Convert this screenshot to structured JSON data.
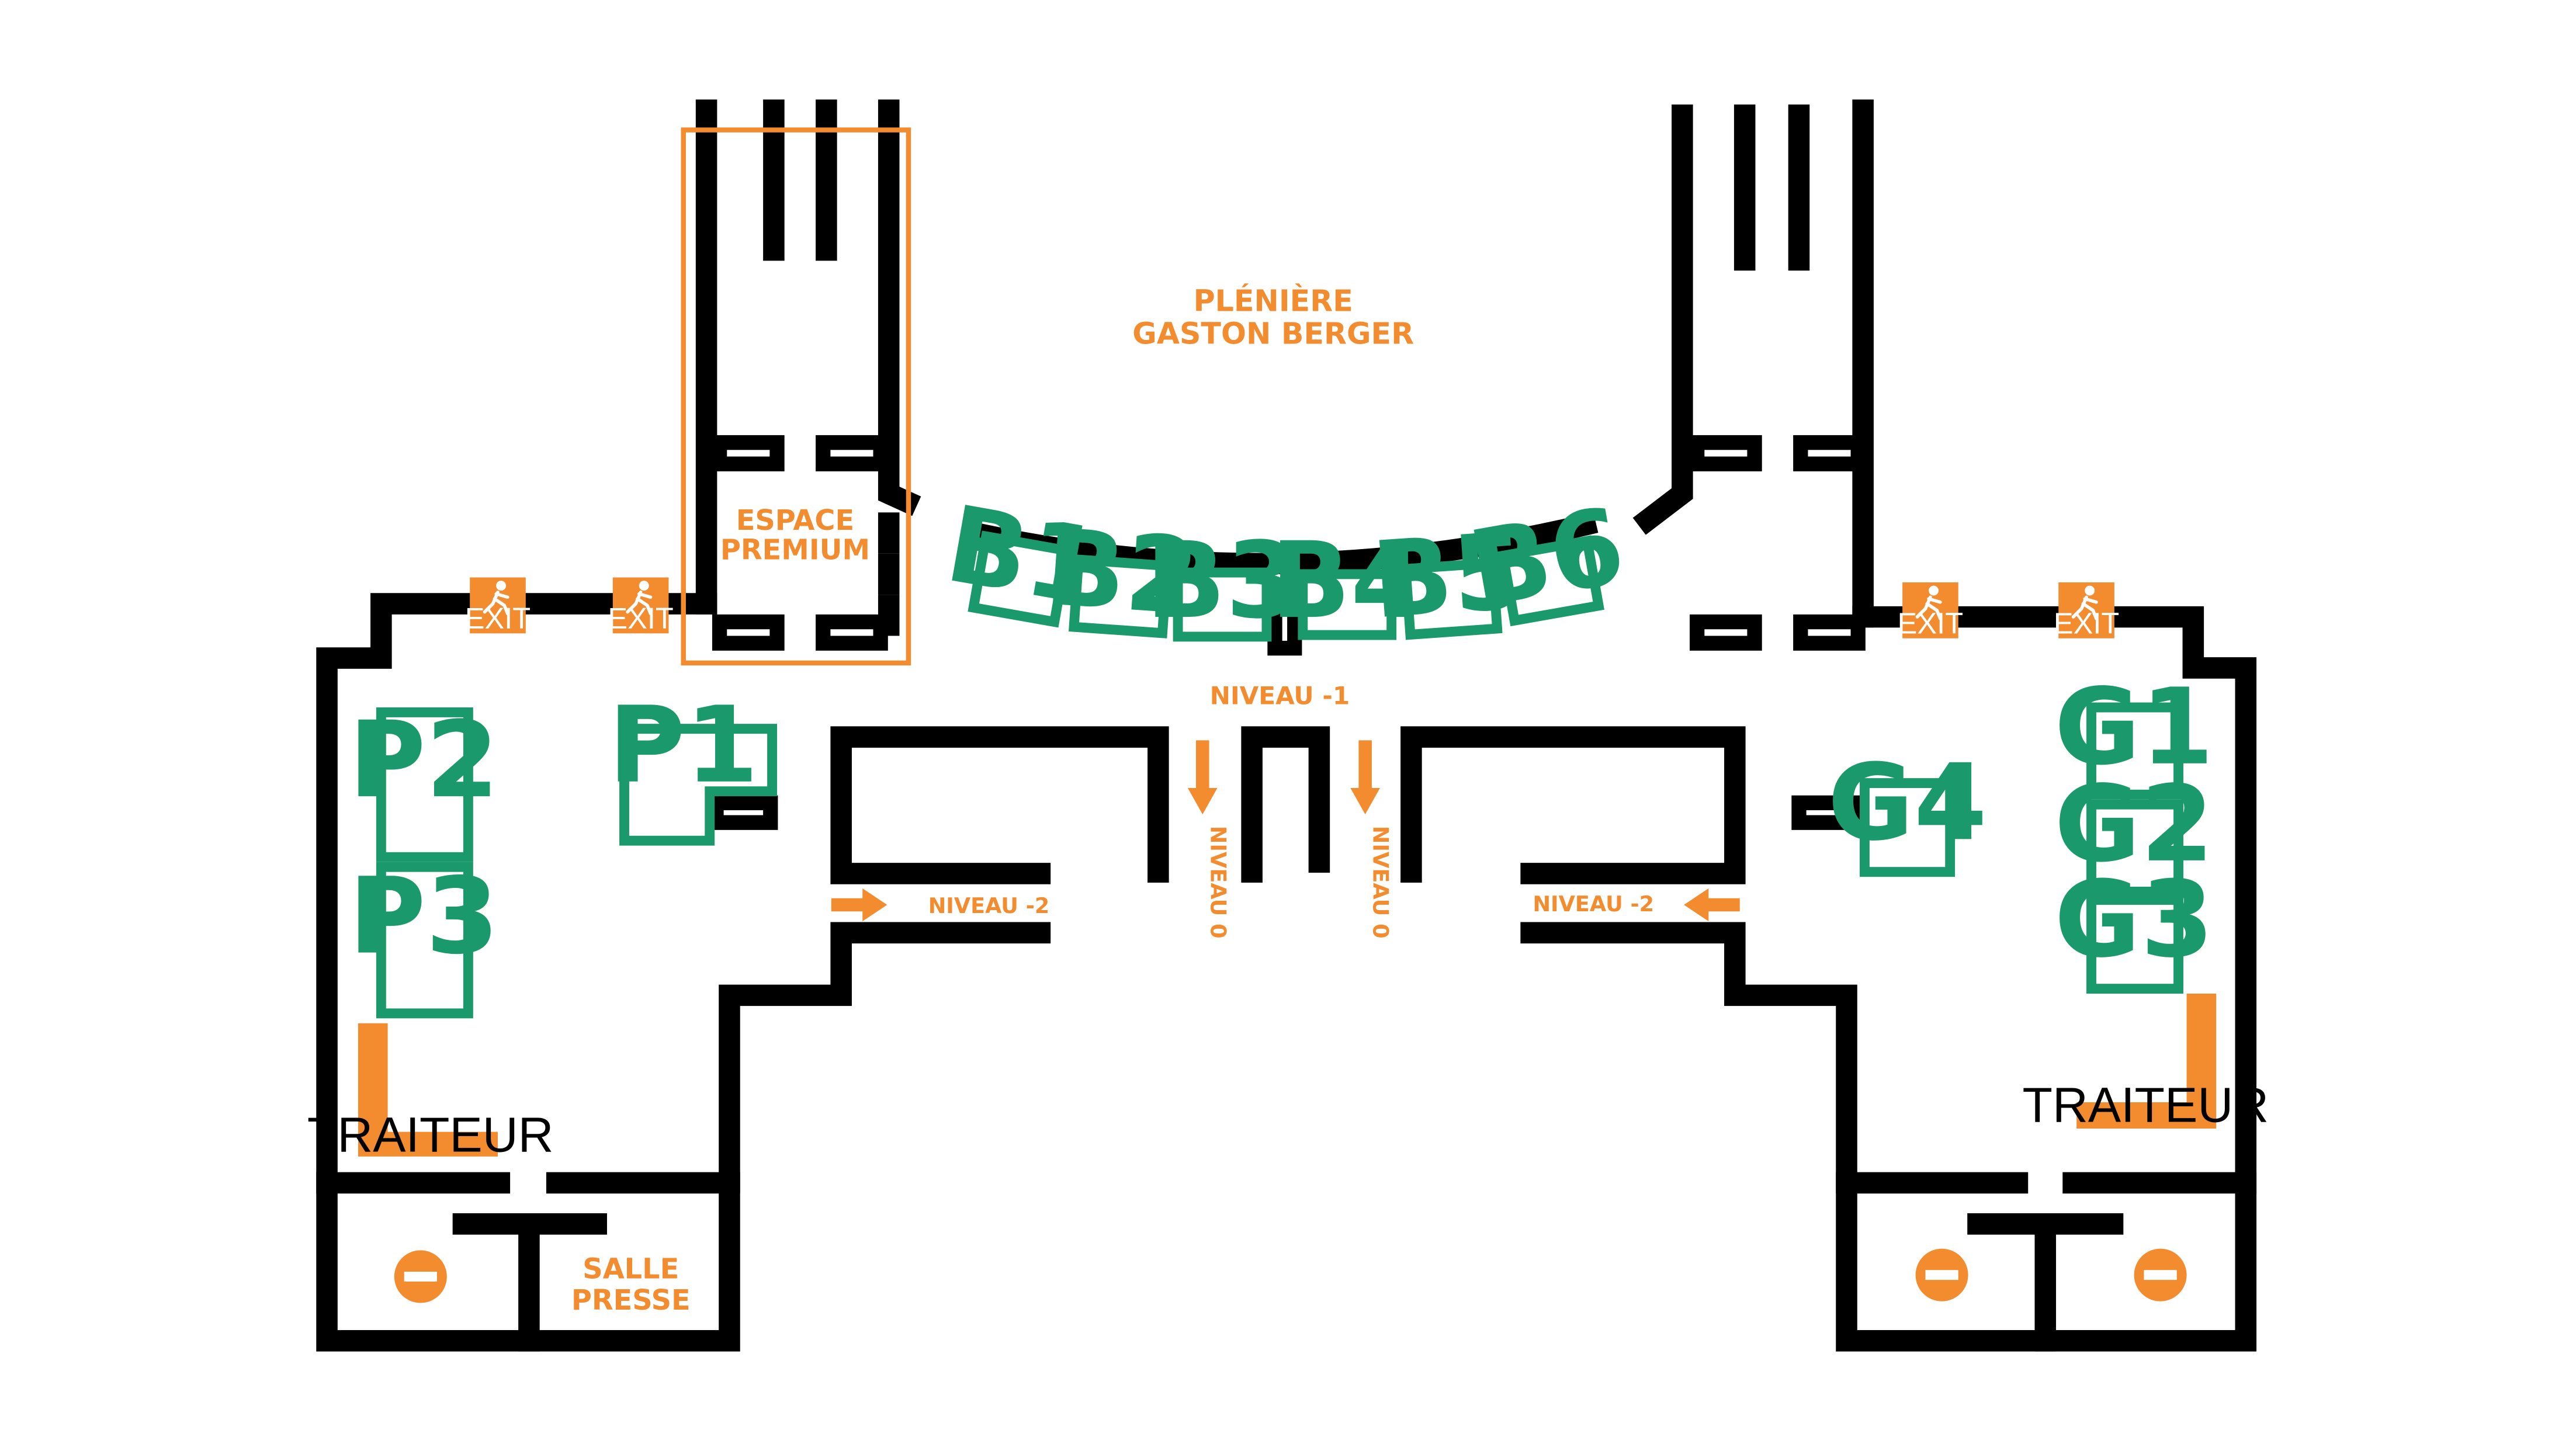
{
  "rooms": {
    "pleniere_line1": "PLÉNIÈRE",
    "pleniere_line2": "GASTON BERGER",
    "espace_premium_line1": "ESPACE",
    "espace_premium_line2": "PREMIUM",
    "salle_presse_line1": "SALLE",
    "salle_presse_line2": "PRESSE",
    "niveau_minus1": "NIVEAU -1"
  },
  "booths": {
    "b1": "B1",
    "b2": "B2",
    "b3": "B3",
    "b4": "B4",
    "b5": "B5",
    "b6": "B6",
    "p1": "P1",
    "p2": "P2",
    "p3": "P3",
    "g1": "G1",
    "g2": "G2",
    "g3": "G3",
    "g4": "G4"
  },
  "directions": {
    "niveau_minus2_left": "NIVEAU -2",
    "niveau_minus2_right": "NIVEAU -2",
    "niveau_0_left": "NIVEAU 0",
    "niveau_0_right": "NIVEAU 0"
  },
  "service": {
    "traiteur_left": "TRAITEUR",
    "traiteur_right": "TRAITEUR",
    "exit_label": "EXIT"
  },
  "icons": [
    "exit-sign-icon",
    "no-entry-icon",
    "direction-arrow-icon"
  ],
  "colors": {
    "accent_orange": "#f28c2e",
    "booth_green": "#1a9a6c",
    "wall_black": "#000000"
  }
}
